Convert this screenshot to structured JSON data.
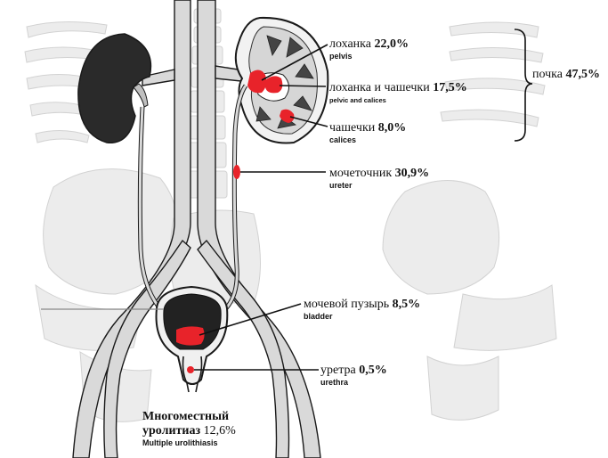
{
  "labels": {
    "pelvis": {
      "ru": "лоханка",
      "pct": "22,0%",
      "en": "pelvis"
    },
    "pelvic_calices": {
      "ru": "лоханка и чашечки",
      "pct": "17,5%",
      "en": "pelvic and calices"
    },
    "calices": {
      "ru": "чашечки",
      "pct": "8,0%",
      "en": "calices"
    },
    "kidney": {
      "ru": "почка",
      "pct": "47,5%"
    },
    "ureter": {
      "ru": "мочеточник",
      "pct": "30,9%",
      "en": "ureter"
    },
    "bladder": {
      "ru": "мочевой пузырь",
      "pct": "8,5%",
      "en": "bladder"
    },
    "urethra": {
      "ru": "уретра",
      "pct": "0,5%",
      "en": "urethra"
    },
    "multiple": {
      "ru_line1": "Многоместный",
      "ru_line2": "уролитиаз",
      "pct": "12,6%",
      "en": "Multiple urolithiasis"
    }
  },
  "colors": {
    "stone": "#e8232a",
    "outline": "#1a1a1a",
    "organ_dark": "#2a2a2a",
    "vessel_fill": "#d9d9d9",
    "skeleton": "#dcdcdc"
  }
}
